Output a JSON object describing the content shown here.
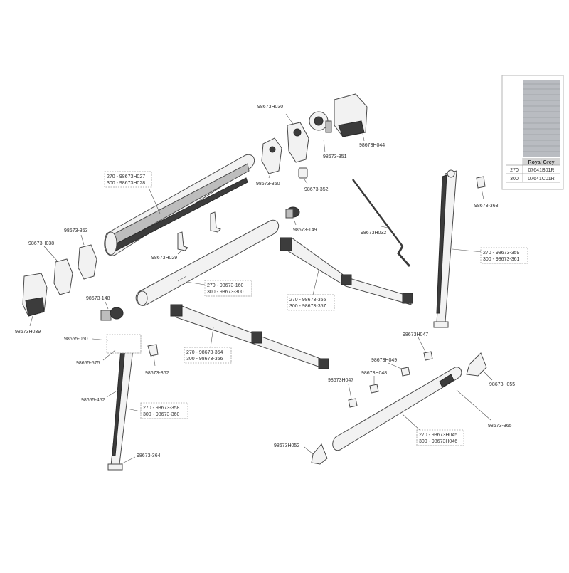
{
  "labels": {
    "p_h030": "98673H030",
    "p_351": "98673-351",
    "p_h044": "98673H044",
    "p_350": "98673-350",
    "p_352": "98673-352",
    "p_h027_270": "270 - 98673H027",
    "p_h028_300": "300 - 98673H028",
    "p_149": "98673-149",
    "p_h032": "98673H032",
    "p_363": "98673-363",
    "p_353": "98673-353",
    "p_h038": "98673H038",
    "p_h029": "98673H029",
    "p_359_270": "270 - 98673-359",
    "p_361_300": "300 - 98673-361",
    "p_148": "98673-148",
    "p_160_270": "270 - 98673-160",
    "p_300_300": "300 - 98673-300",
    "p_355_270": "270 - 98673-355",
    "p_357_300": "300 - 98673-357",
    "p_h039": "98673H039",
    "p_050": "98655-050",
    "p_h047_a": "98673H047",
    "p_575": "98655-575",
    "p_354_270": "270 - 98673-354",
    "p_356_300": "300 - 98673-356",
    "p_h049": "98673H049",
    "p_362": "98673-362",
    "p_h048": "98673H048",
    "p_h047_b": "98673H047",
    "p_h055": "98673H055",
    "p_452": "98655-452",
    "p_358_270": "270 - 98673-358",
    "p_360_300": "300 - 98673-360",
    "p_365": "98673-365",
    "p_h045_270": "270 - 98673H045",
    "p_h046_300": "300 - 98673H046",
    "p_364": "98673-364",
    "p_h052": "98673H052"
  },
  "colour_table": {
    "header": "Royal Grey",
    "rows": [
      {
        "size": "270",
        "code": "07641B01R"
      },
      {
        "size": "300",
        "code": "07641C01R"
      }
    ]
  }
}
